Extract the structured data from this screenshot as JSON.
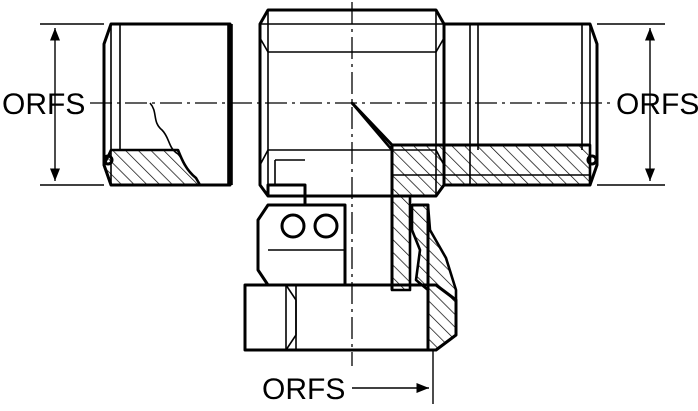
{
  "labels": {
    "left_port": "ORFS",
    "right_port": "ORFS",
    "bottom_port": "ORFS"
  },
  "colors": {
    "line": "#000000",
    "background": "#ffffff"
  }
}
